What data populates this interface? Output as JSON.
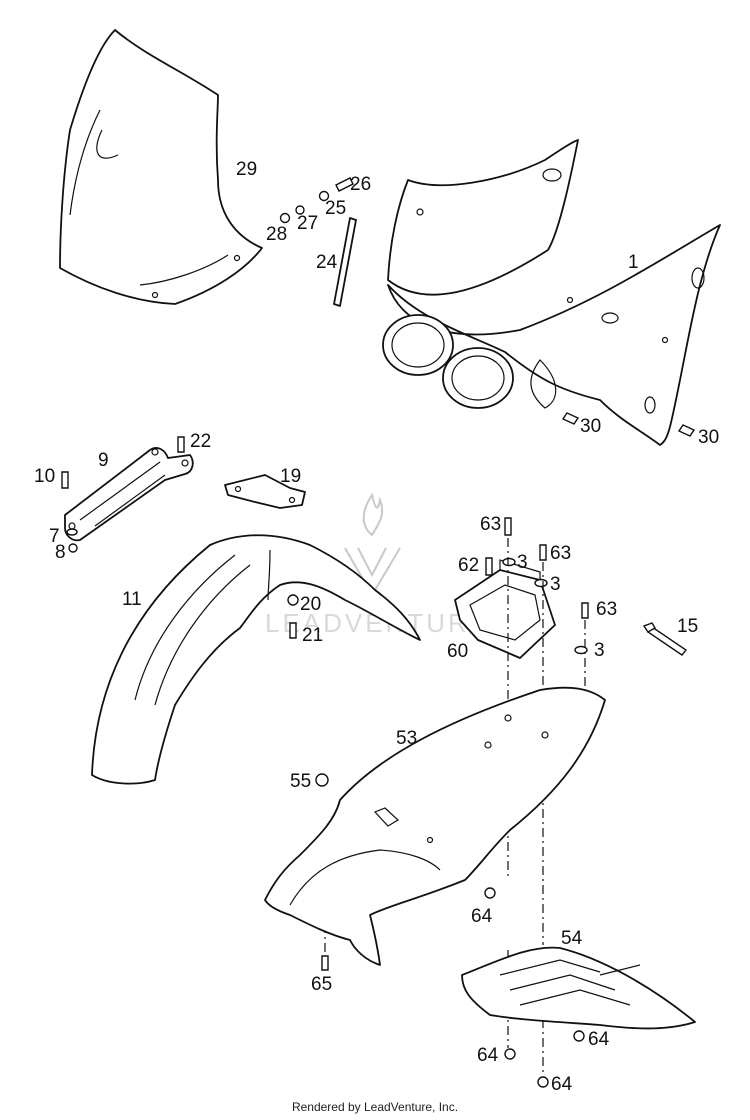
{
  "watermark": {
    "text": "LEADVENTURE"
  },
  "footer": {
    "credit": "Rendered by LeadVenture, Inc."
  },
  "labels": {
    "p1": "1",
    "p3a": "3",
    "p3b": "3",
    "p3c": "3",
    "p7": "7",
    "p8": "8",
    "p9": "9",
    "p10": "10",
    "p11": "11",
    "p15": "15",
    "p19": "19",
    "p20": "20",
    "p21": "21",
    "p22": "22",
    "p24": "24",
    "p25": "25",
    "p26": "26",
    "p27": "27",
    "p28": "28",
    "p29": "29",
    "p30a": "30",
    "p30b": "30",
    "p53": "53",
    "p54": "54",
    "p55": "55",
    "p60": "60",
    "p62": "62",
    "p63a": "63",
    "p63b": "63",
    "p63c": "63",
    "p64a": "64",
    "p64b": "64",
    "p64c": "64",
    "p64d": "64",
    "p65": "65"
  }
}
